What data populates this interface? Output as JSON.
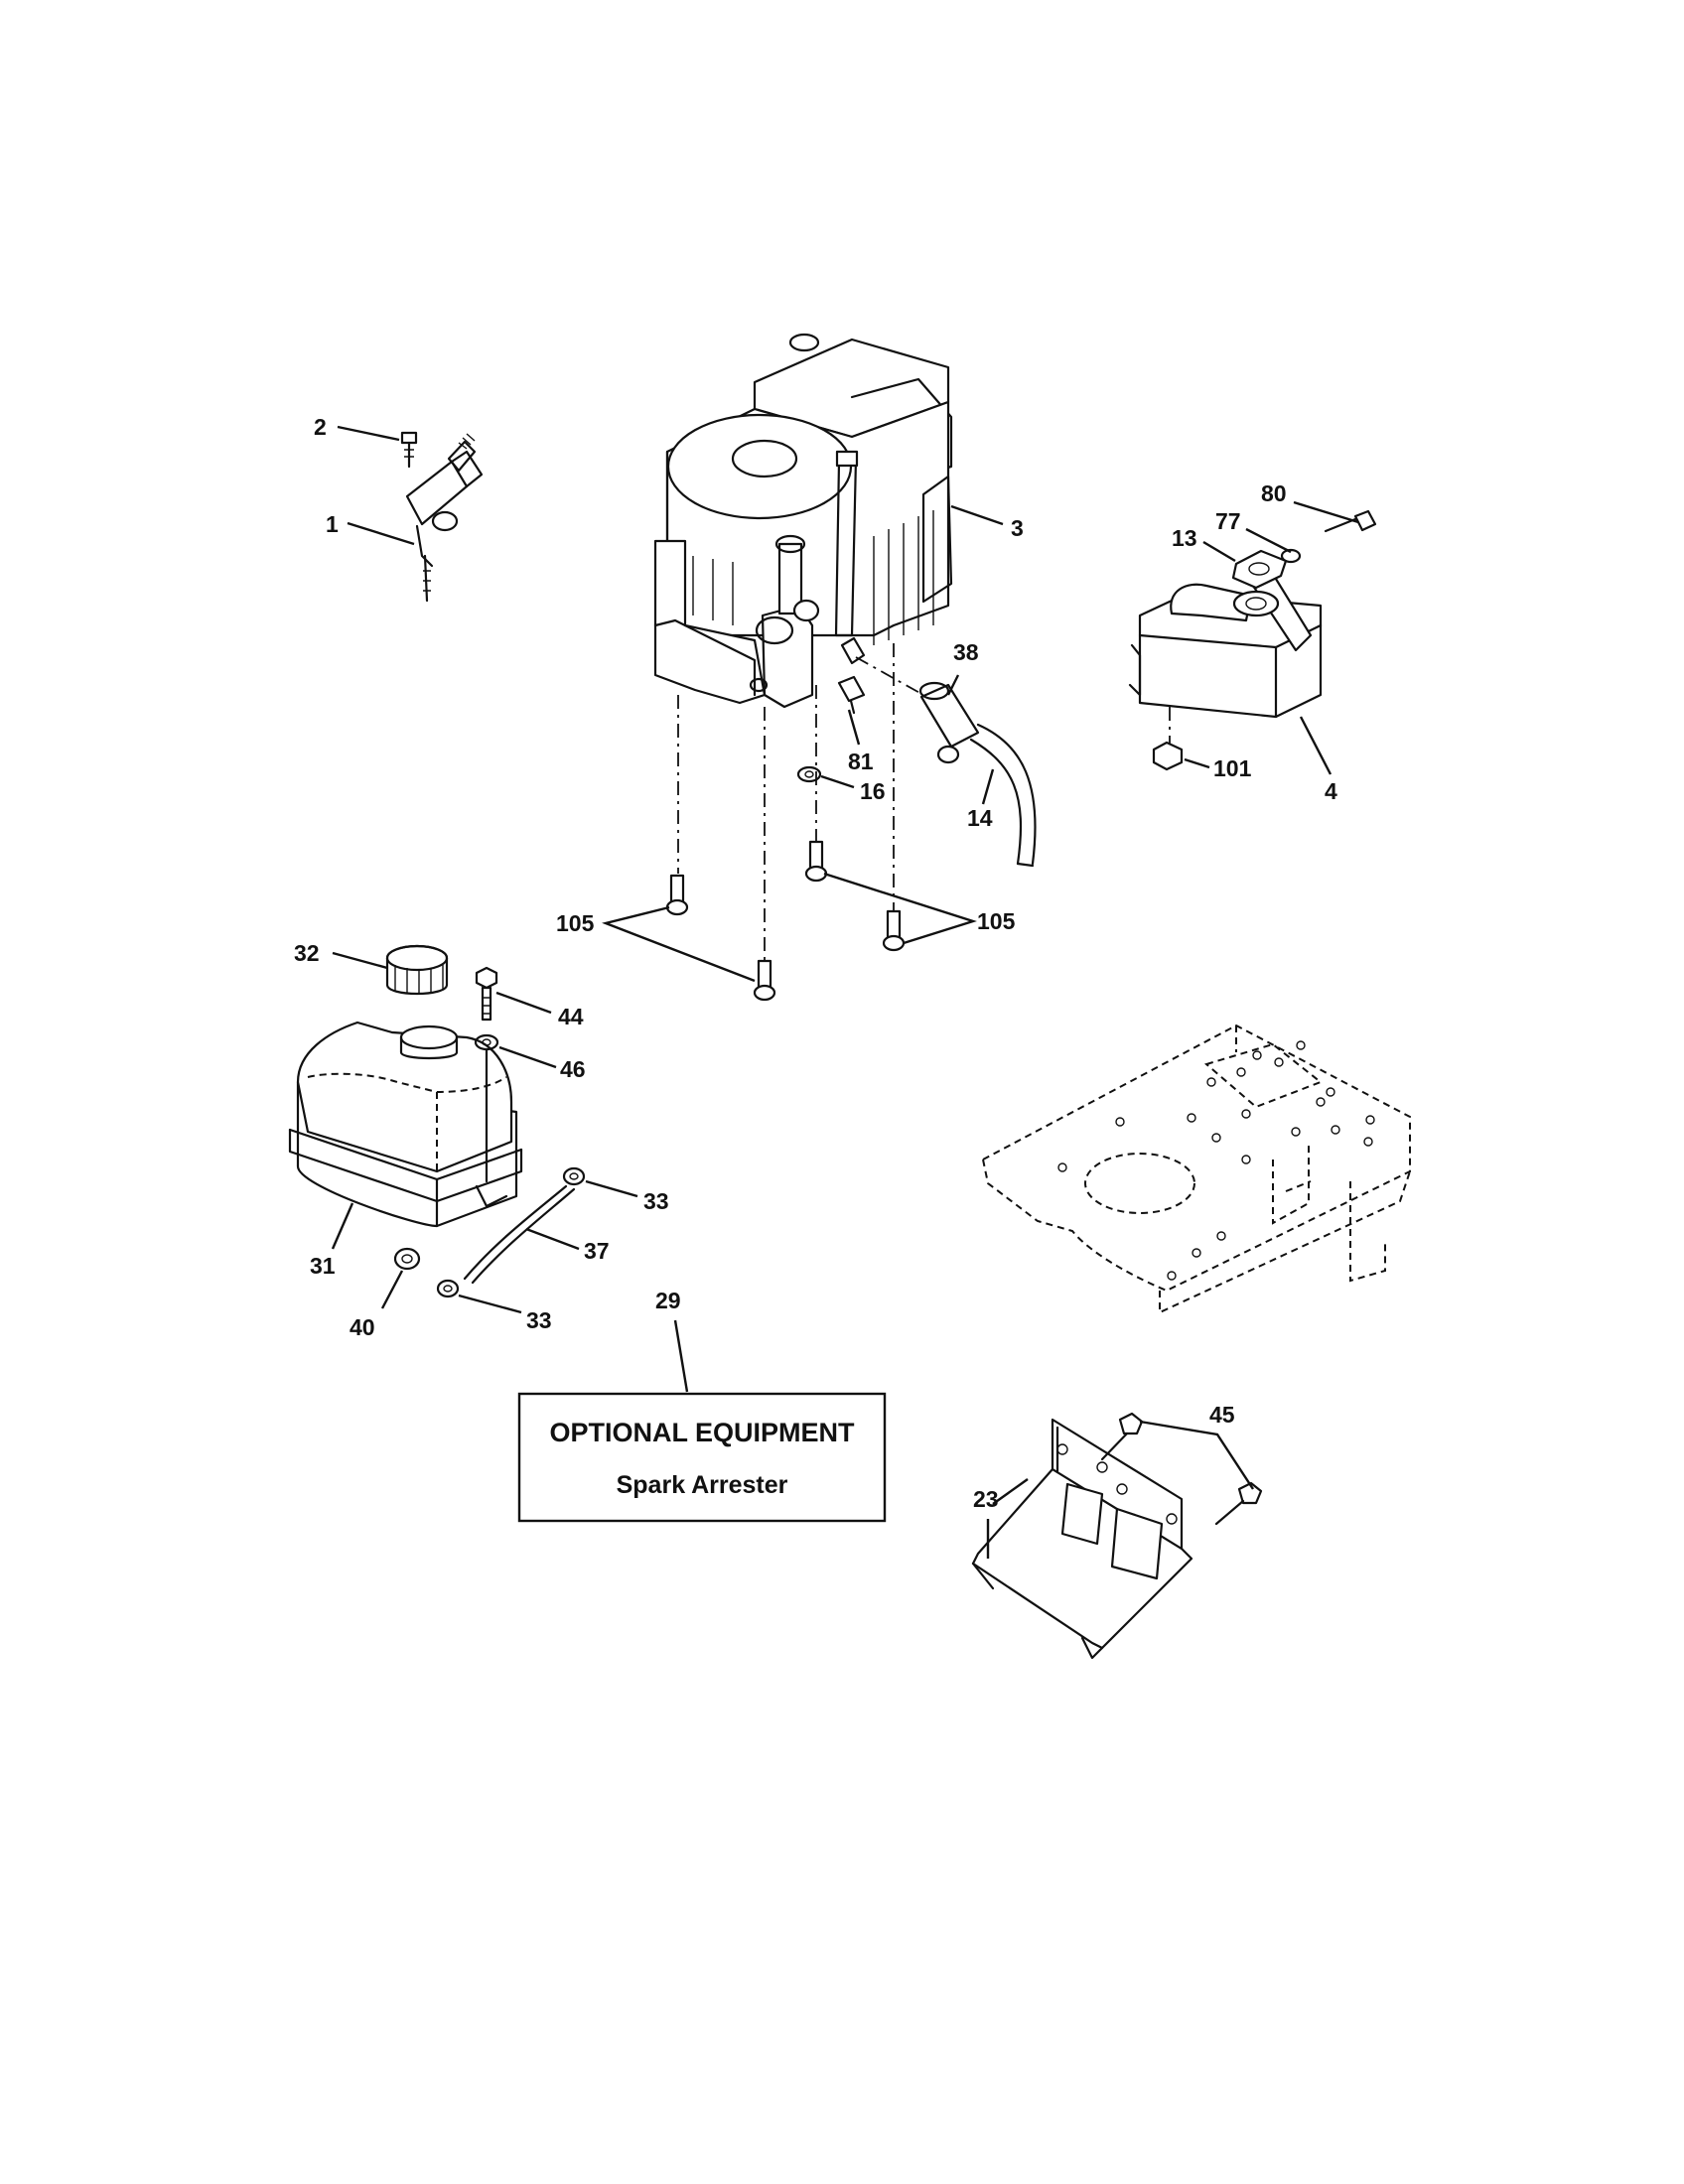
{
  "callouts": {
    "c1": "1",
    "c2": "2",
    "c3": "3",
    "c4": "4",
    "c13": "13",
    "c14": "14",
    "c16": "16",
    "c23": "23",
    "c29": "29",
    "c31": "31",
    "c32": "32",
    "c33a": "33",
    "c33b": "33",
    "c37": "37",
    "c38": "38",
    "c40": "40",
    "c44": "44",
    "c45": "45",
    "c46": "46",
    "c77": "77",
    "c80": "80",
    "c81": "81",
    "c101": "101",
    "c105a": "105",
    "c105b": "105"
  },
  "optional_box": {
    "title": "OPTIONAL EQUIPMENT",
    "subtitle": "Spark Arrester"
  }
}
